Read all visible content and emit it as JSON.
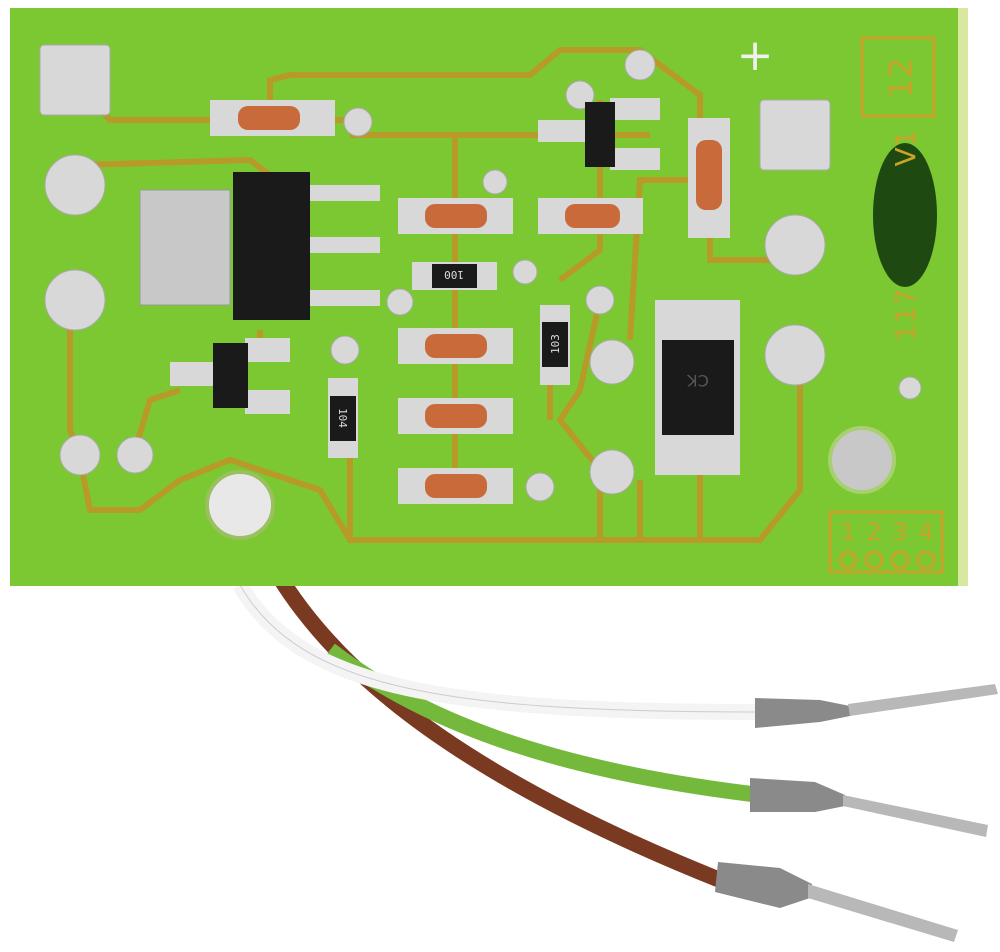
{
  "board": {
    "plus_marking": "+",
    "version_box": "12",
    "part_number": "117",
    "revision": "V1",
    "pin_numbers": [
      "1",
      "2",
      "3",
      "4"
    ],
    "resistor_labels": [
      "100",
      "104",
      "103"
    ],
    "ic_marking": "CK"
  },
  "colors": {
    "board": "#7cc832",
    "copper": "#b89a2a",
    "solder": "#d8d8d8",
    "component_black": "#1a1a1a",
    "diode": "#c86a3a",
    "wire_white": "#f4f4f4",
    "wire_green": "#74b83c",
    "wire_brown": "#7a3a22",
    "ferrule": "#8a8a8a"
  }
}
